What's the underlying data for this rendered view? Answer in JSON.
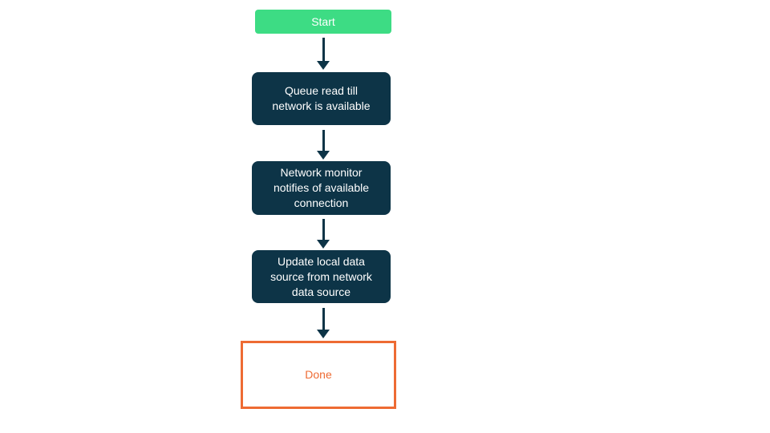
{
  "diagram": {
    "type": "flowchart",
    "direction": "top-down",
    "nodes": [
      {
        "id": "start",
        "label": "Start",
        "shape": "rounded-rect",
        "role": "start"
      },
      {
        "id": "queue-read",
        "label": "Queue read till\nnetwork is available",
        "shape": "rounded-rect",
        "role": "process"
      },
      {
        "id": "network-monitor",
        "label": "Network monitor\nnotifies of available\nconnection",
        "shape": "rounded-rect",
        "role": "process"
      },
      {
        "id": "update-local-data",
        "label": "Update local data\nsource from network\ndata source",
        "shape": "rounded-rect",
        "role": "process"
      },
      {
        "id": "done",
        "label": "Done",
        "shape": "outlined-rect",
        "role": "end"
      }
    ],
    "edges": [
      {
        "from": "start",
        "to": "queue-read"
      },
      {
        "from": "queue-read",
        "to": "network-monitor"
      },
      {
        "from": "network-monitor",
        "to": "update-local-data"
      },
      {
        "from": "update-local-data",
        "to": "done"
      }
    ],
    "colors": {
      "start_fill": "#3ddc84",
      "process_fill": "#0d3447",
      "done_border": "#ee6b33",
      "done_text": "#ee6b33",
      "node_text": "#ffffff",
      "arrow": "#0d3447",
      "background": "#ffffff"
    }
  }
}
